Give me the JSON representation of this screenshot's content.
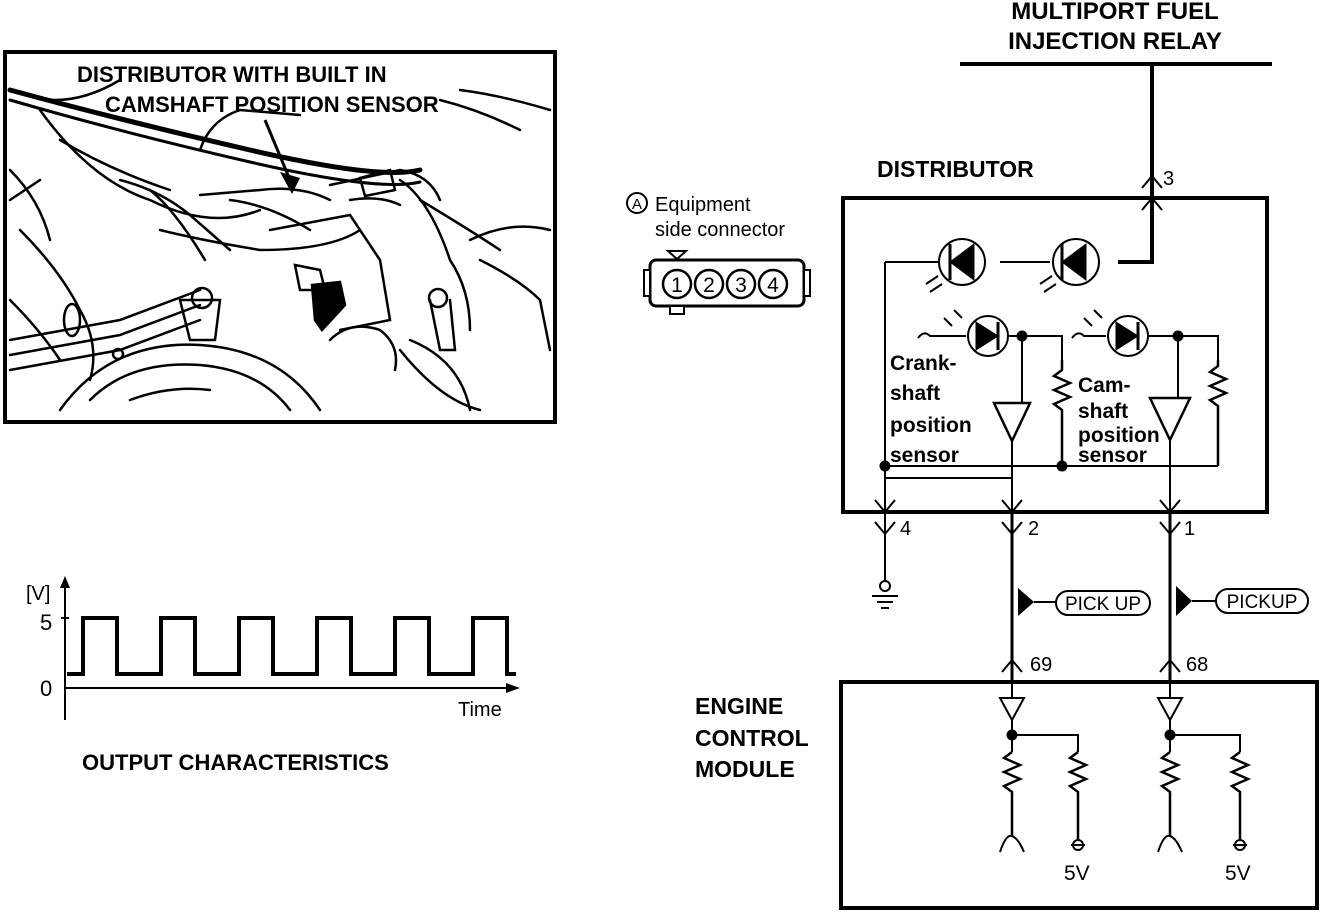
{
  "photo": {
    "caption_line1": "DISTRIBUTOR WITH BUILT IN",
    "caption_line2": "CAMSHAFT POSITION SENSOR"
  },
  "waveform": {
    "unit_label": "[V]",
    "y_high_label": "5",
    "y_low_label": "0",
    "x_axis_label": "Time",
    "caption": "OUTPUT CHARACTERISTICS",
    "high_v": 5,
    "low_v": 0,
    "pulse_count": 6
  },
  "connector": {
    "circle_letter": "A",
    "label_line1": "Equipment",
    "label_line2": "side connector",
    "pins": [
      "1",
      "2",
      "3",
      "4"
    ]
  },
  "relay": {
    "label_line1": "MULTIPORT FUEL",
    "label_line2": "INJECTION RELAY"
  },
  "distributor": {
    "title": "DISTRIBUTOR",
    "crank_line1": "Crank-",
    "crank_line2": "shaft",
    "crank_line3": "position",
    "crank_line4": "sensor",
    "cam_line1": "Cam-",
    "cam_line2": "shaft",
    "cam_line3": "position",
    "cam_line4": "sensor",
    "pin_top": "3",
    "pin_ground": "4",
    "pin_crank": "2",
    "pin_cam": "1"
  },
  "pickup": {
    "left_label": "PICK UP",
    "right_label": "PICKUP"
  },
  "ecm": {
    "line1": "ENGINE",
    "line2": "CONTROL",
    "line3": "MODULE",
    "pin_left": "69",
    "pin_right": "68",
    "supply_left": "5V",
    "supply_right": "5V"
  }
}
